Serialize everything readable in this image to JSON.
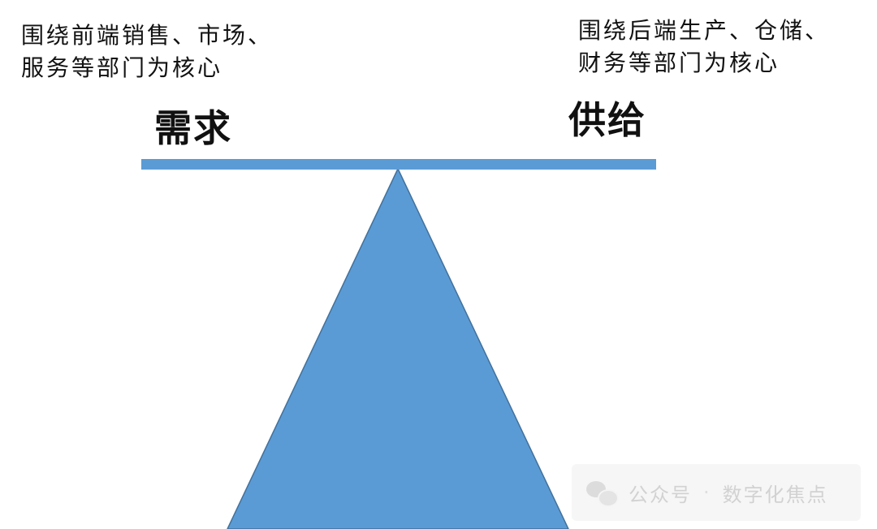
{
  "diagram": {
    "left_note": [
      "围绕前端销售、市场、",
      "服务等部门为核心"
    ],
    "right_note": [
      "围绕后端生产、仓储、",
      "财务等部门为核心"
    ],
    "left_label": "需求",
    "right_label": "供给"
  },
  "colors": {
    "shape_fill": "#5B9BD5",
    "shape_stroke": "#41719C",
    "text": "#111111"
  },
  "watermark": {
    "icon": "wechat-icon",
    "source": "公众号",
    "separator": "·",
    "account": "数字化焦点"
  }
}
